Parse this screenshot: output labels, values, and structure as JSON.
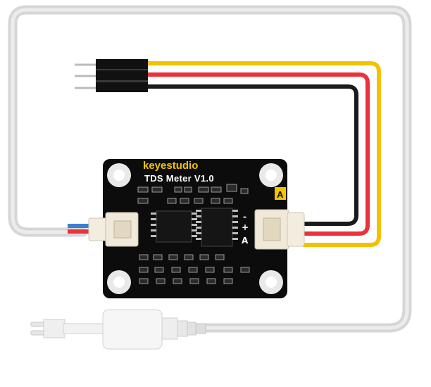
{
  "board": {
    "brand": "keyestudio",
    "model": "TDS Meter  V1.0",
    "port_marker": "A",
    "pin_plus": "+",
    "pin_minus": "-",
    "pin_signal": "A"
  },
  "colors": {
    "pcb": "#0c0c0c",
    "silkscreen": "#ffffff",
    "accent_yellow": "#f5c400",
    "wire_yellow": "#f2c200",
    "wire_red": "#e8323c",
    "wire_black": "#1a1a1a",
    "cable": "#d9d9d9"
  }
}
